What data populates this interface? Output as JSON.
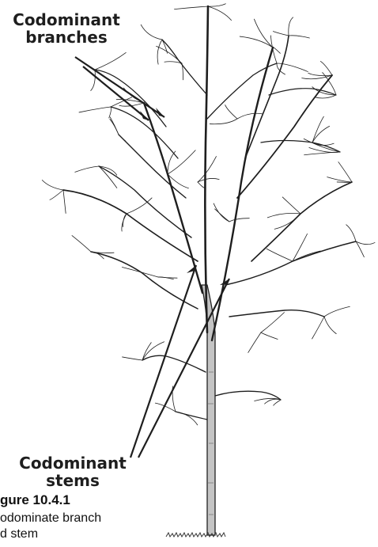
{
  "labels": {
    "codominant_branches": [
      "Codominant",
      "branches"
    ],
    "codominant_stems": [
      "Codominant",
      "stems"
    ]
  },
  "caption": {
    "title": "gure 10.4.1",
    "line1": "odominate branch",
    "line2": "d stem"
  },
  "colors": {
    "ink": "#1e1e1e",
    "bark": "#b9b9b9",
    "background": "#ffffff"
  }
}
